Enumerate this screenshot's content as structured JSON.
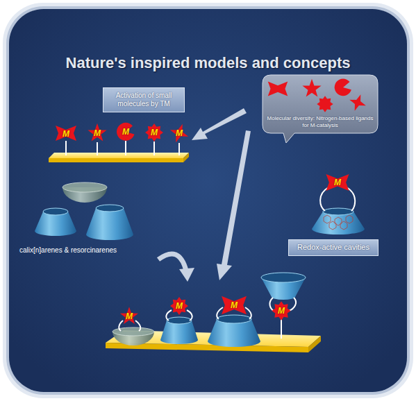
{
  "diagram": {
    "title": "Nature's inspired models and concepts",
    "nodes": [
      {
        "text": [
          "Activation of small molecules by TM"
        ]
      },
      {
        "text": [
          "Molecular diversity: Nitrogen-based ligands for M-catalysis"
        ]
      },
      {
        "text": [
          "Redox-active cavities"
        ]
      }
    ],
    "labels": [
      "M",
      "M",
      "M",
      "M",
      "M",
      "M",
      "calix[n]arenes & resorcinarenes",
      "M",
      "M",
      "M",
      "M"
    ]
  }
}
